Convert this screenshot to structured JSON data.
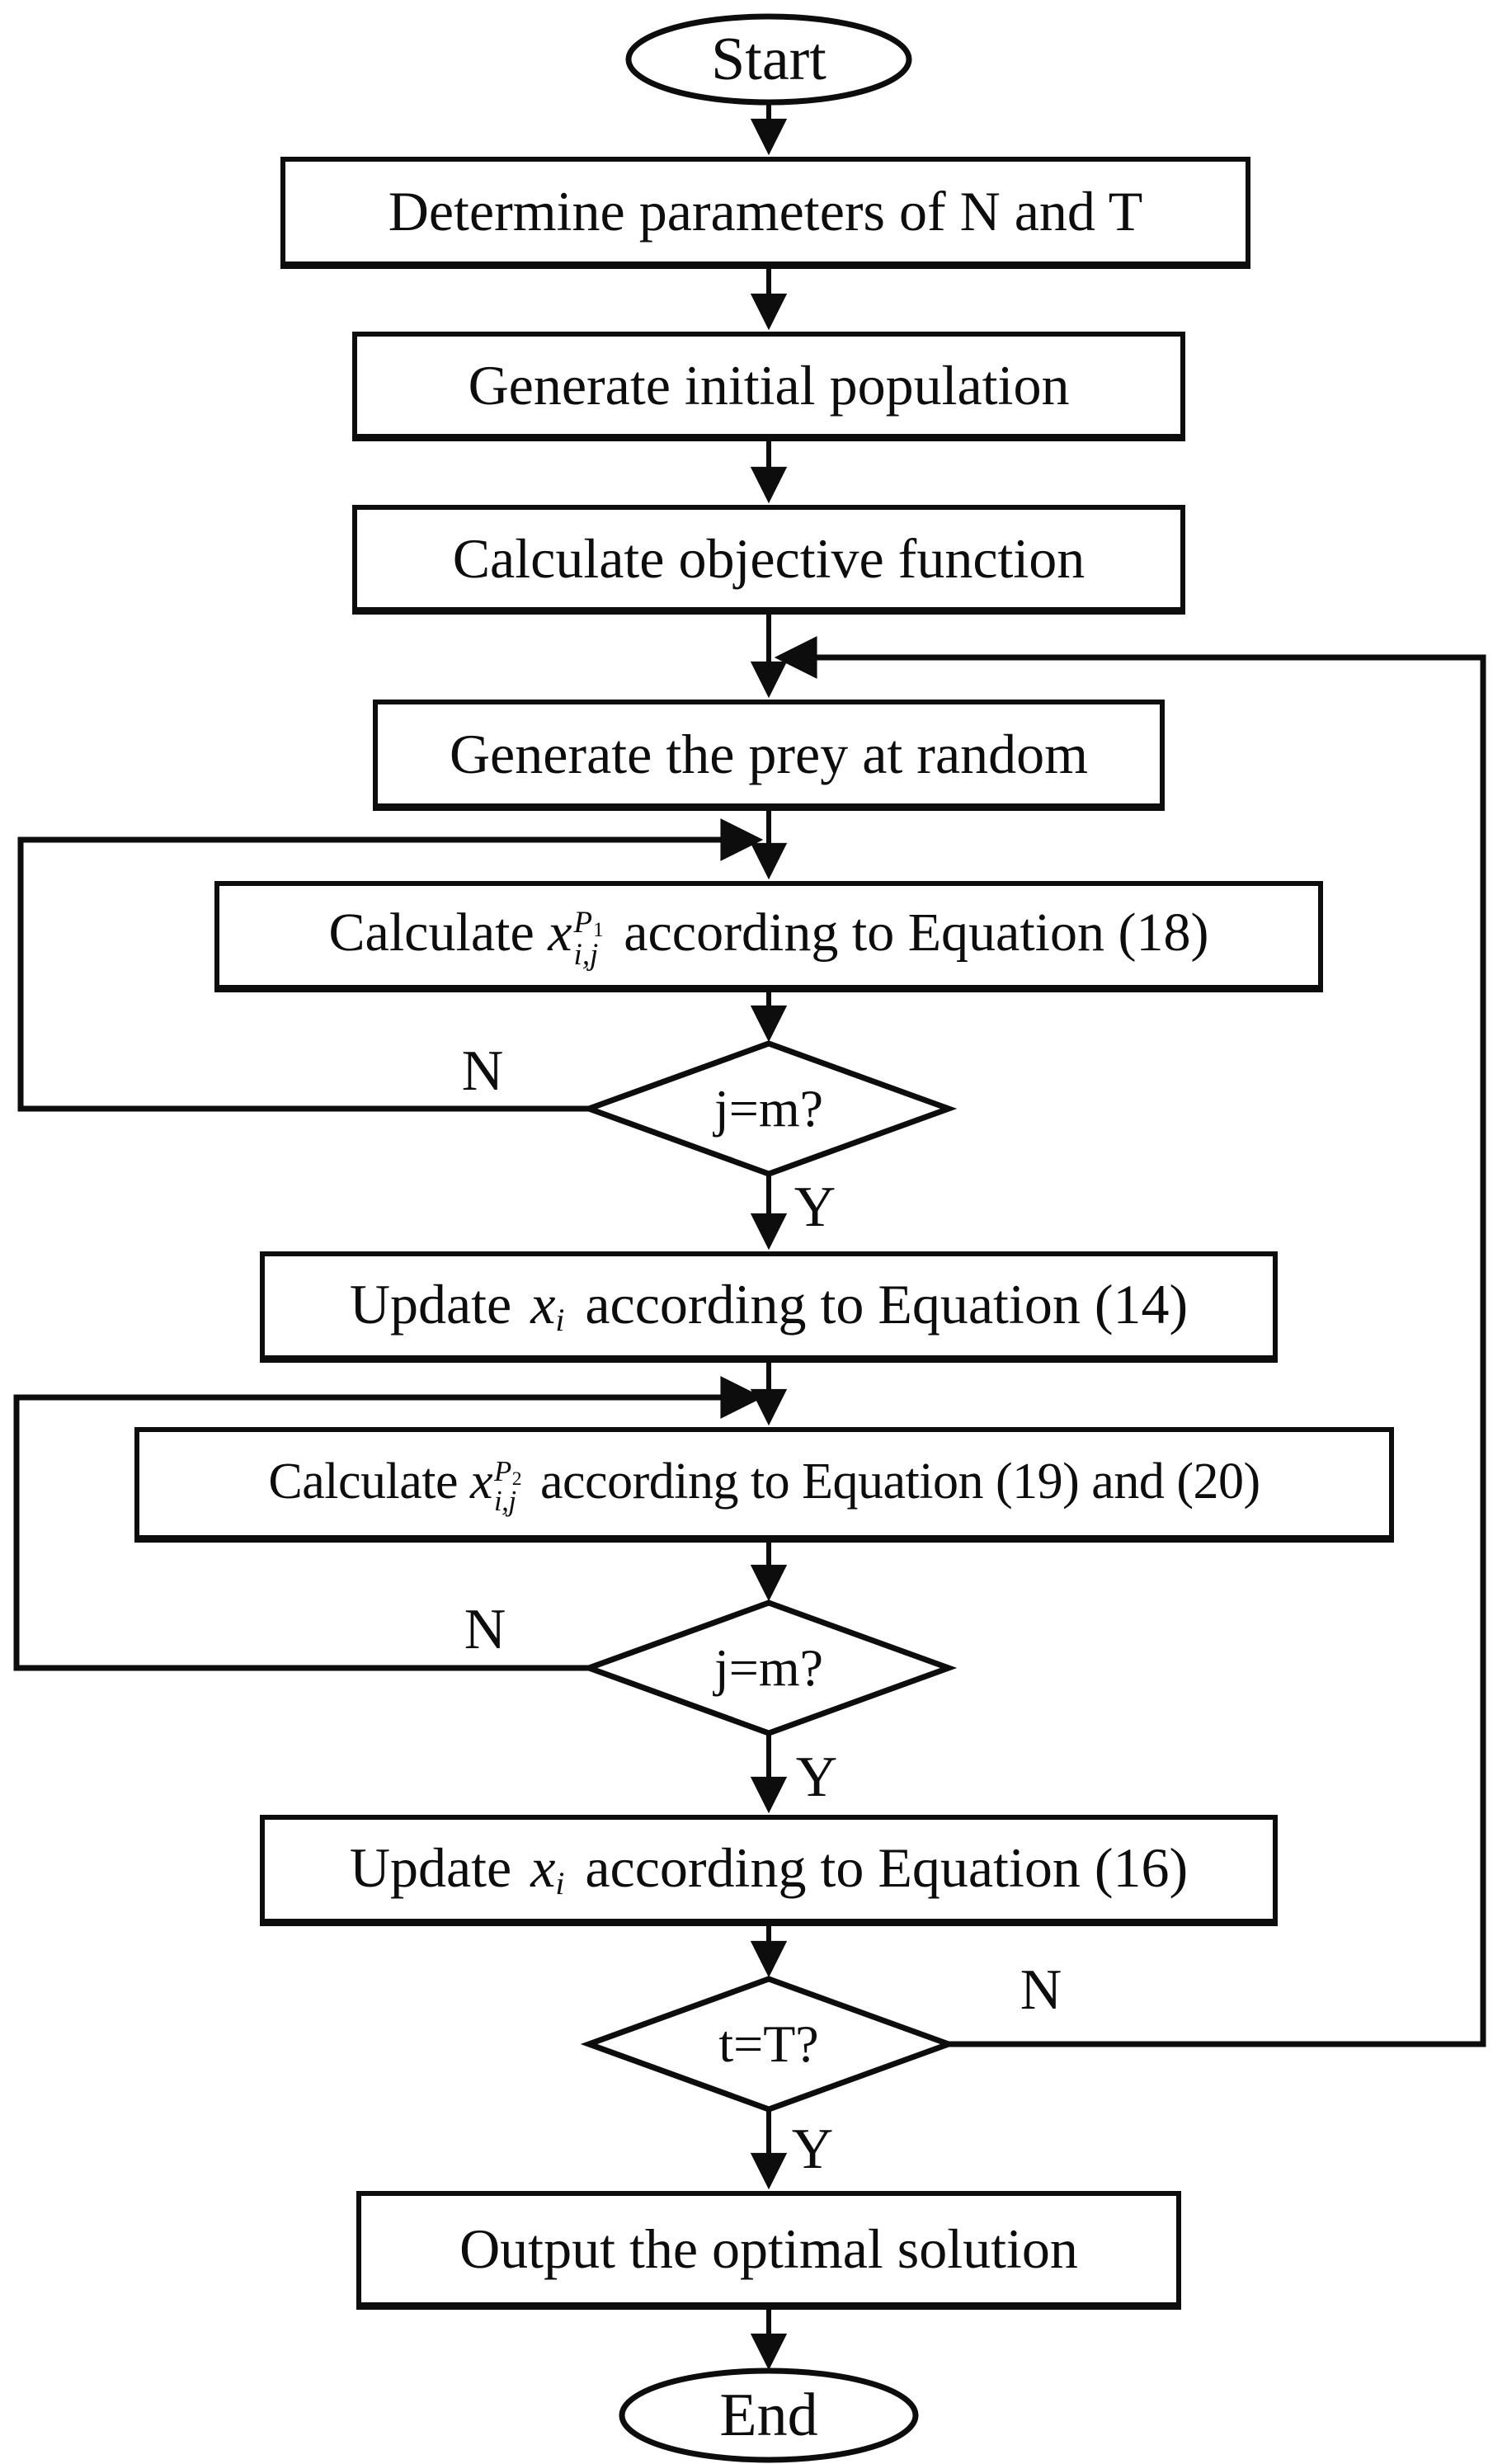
{
  "nodes": {
    "start": {
      "label": "Start"
    },
    "determine": {
      "label": "Determine parameters of N and T"
    },
    "generate_population": {
      "label": "Generate initial population"
    },
    "calc_objective": {
      "label": "Calculate objective function"
    },
    "generate_prey": {
      "label": "Generate the prey at random"
    },
    "calc_p1": {
      "prefix": "Calculate",
      "var": "x",
      "sup_base": "P",
      "sup_sub": "1",
      "sub": "i,j",
      "suffix": "according to Equation (18)"
    },
    "decision1": {
      "label": "j=m?"
    },
    "update_14": {
      "prefix": "Update",
      "var": "x",
      "sub": "i",
      "suffix": "according to Equation (14)"
    },
    "calc_p2": {
      "prefix": "Calculate",
      "var": "x",
      "sup_base": "P",
      "sup_sub": "2",
      "sub": "i,j",
      "suffix": "according to Equation (19) and (20)"
    },
    "decision2": {
      "label": "j=m?"
    },
    "update_16": {
      "prefix": "Update",
      "var": "x",
      "sub": "i",
      "suffix": "according to Equation (16)"
    },
    "decision3": {
      "label": "t=T?"
    },
    "output": {
      "label": "Output the optimal solution"
    },
    "end": {
      "label": "End"
    }
  },
  "edge_labels": {
    "d1_no": "N",
    "d1_yes": "Y",
    "d2_no": "N",
    "d2_yes": "Y",
    "d3_no": "N",
    "d3_yes": "Y"
  },
  "colors": {
    "ink": "#0d0d0d",
    "background": "#ffffff"
  }
}
